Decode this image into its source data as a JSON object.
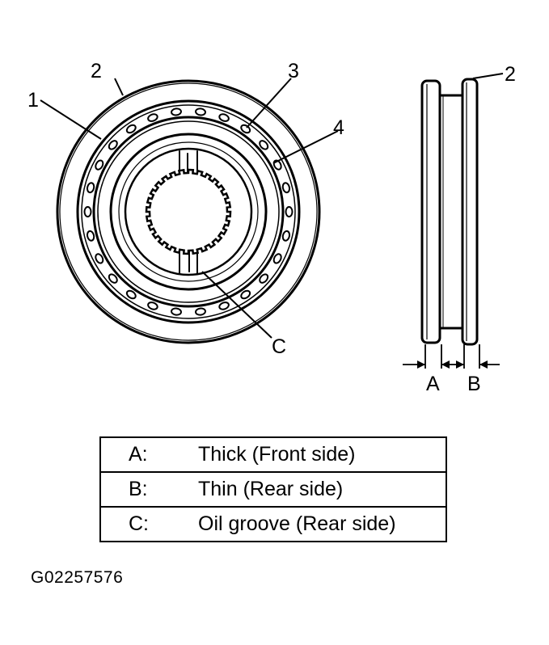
{
  "callouts": {
    "ring_label": "2",
    "side_ring_label": "2",
    "inner_label": "1",
    "upper_label": "3",
    "ball_label": "4",
    "groove_label": "C",
    "dim_a_label": "A",
    "dim_b_label": "B"
  },
  "legend": [
    {
      "key": "A:",
      "text": "Thick (Front side)"
    },
    {
      "key": "B:",
      "text": "Thin (Rear side)"
    },
    {
      "key": "C:",
      "text": "Oil groove (Rear side)"
    }
  ],
  "figure_id": "G02257576"
}
